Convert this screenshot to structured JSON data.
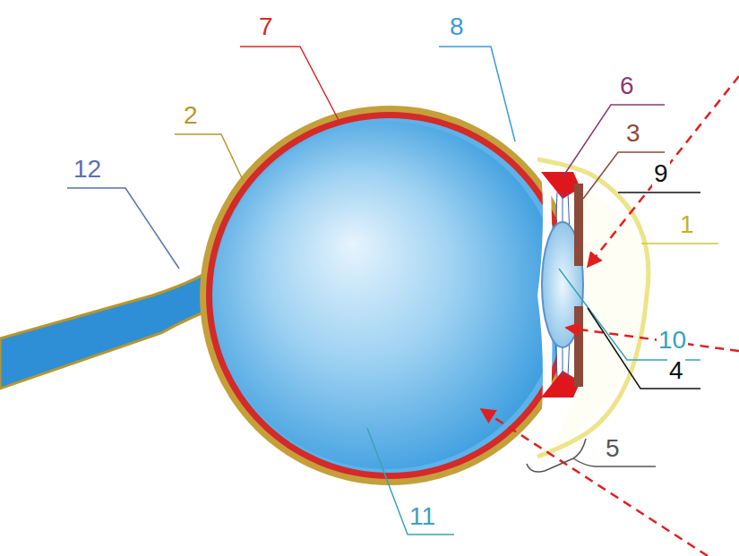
{
  "diagram": {
    "labels": [
      "7",
      "8",
      "6",
      "2",
      "3",
      "9",
      "12",
      "1",
      "10",
      "4",
      "5",
      "11"
    ]
  }
}
